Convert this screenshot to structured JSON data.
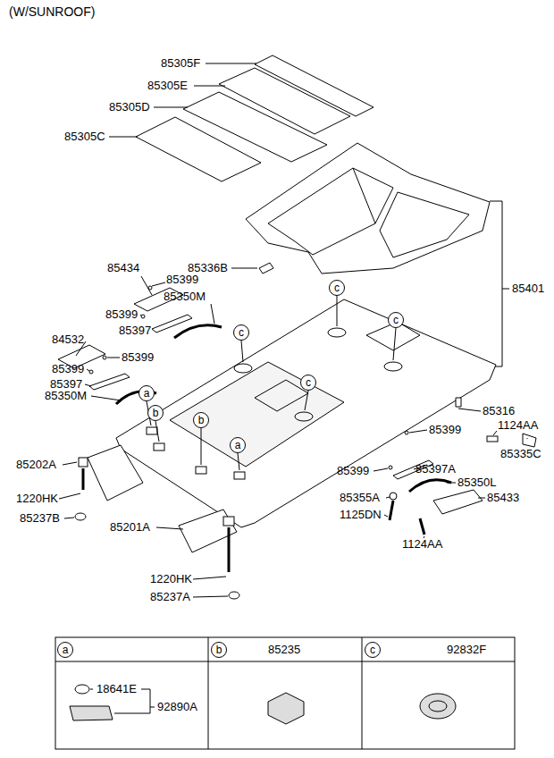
{
  "diagram": {
    "title": "(W/SUNROOF)",
    "nodes": [
      {
        "text": [
          "c"
        ]
      },
      {
        "text": [
          "c"
        ]
      },
      {
        "text": [
          "c"
        ]
      },
      {
        "text": [
          "c"
        ]
      },
      {
        "text": [
          "a"
        ]
      },
      {
        "text": [
          "b"
        ]
      },
      {
        "text": [
          "b"
        ]
      },
      {
        "text": [
          "a"
        ]
      },
      {
        "text": [
          "a"
        ]
      },
      {
        "text": [
          "b"
        ]
      },
      {
        "text": [
          "c"
        ]
      }
    ],
    "labels": [
      "85305F",
      "85305E",
      "85305D",
      "85305C",
      "85434",
      "85336B",
      "85399",
      "85399",
      "85350M",
      "85397",
      "84532",
      "85399",
      "85399",
      "85397",
      "85350M",
      "85401",
      "85316",
      "1124AA",
      "85335C",
      "85202A",
      "1220HK",
      "85237B",
      "85399",
      "85399",
      "85397A",
      "85350L",
      "85355A",
      "1125DN",
      "85433",
      "1124AA",
      "85201A",
      "1220HK",
      "85237A",
      "18641E",
      "92890A",
      "85235",
      "92832F"
    ]
  }
}
